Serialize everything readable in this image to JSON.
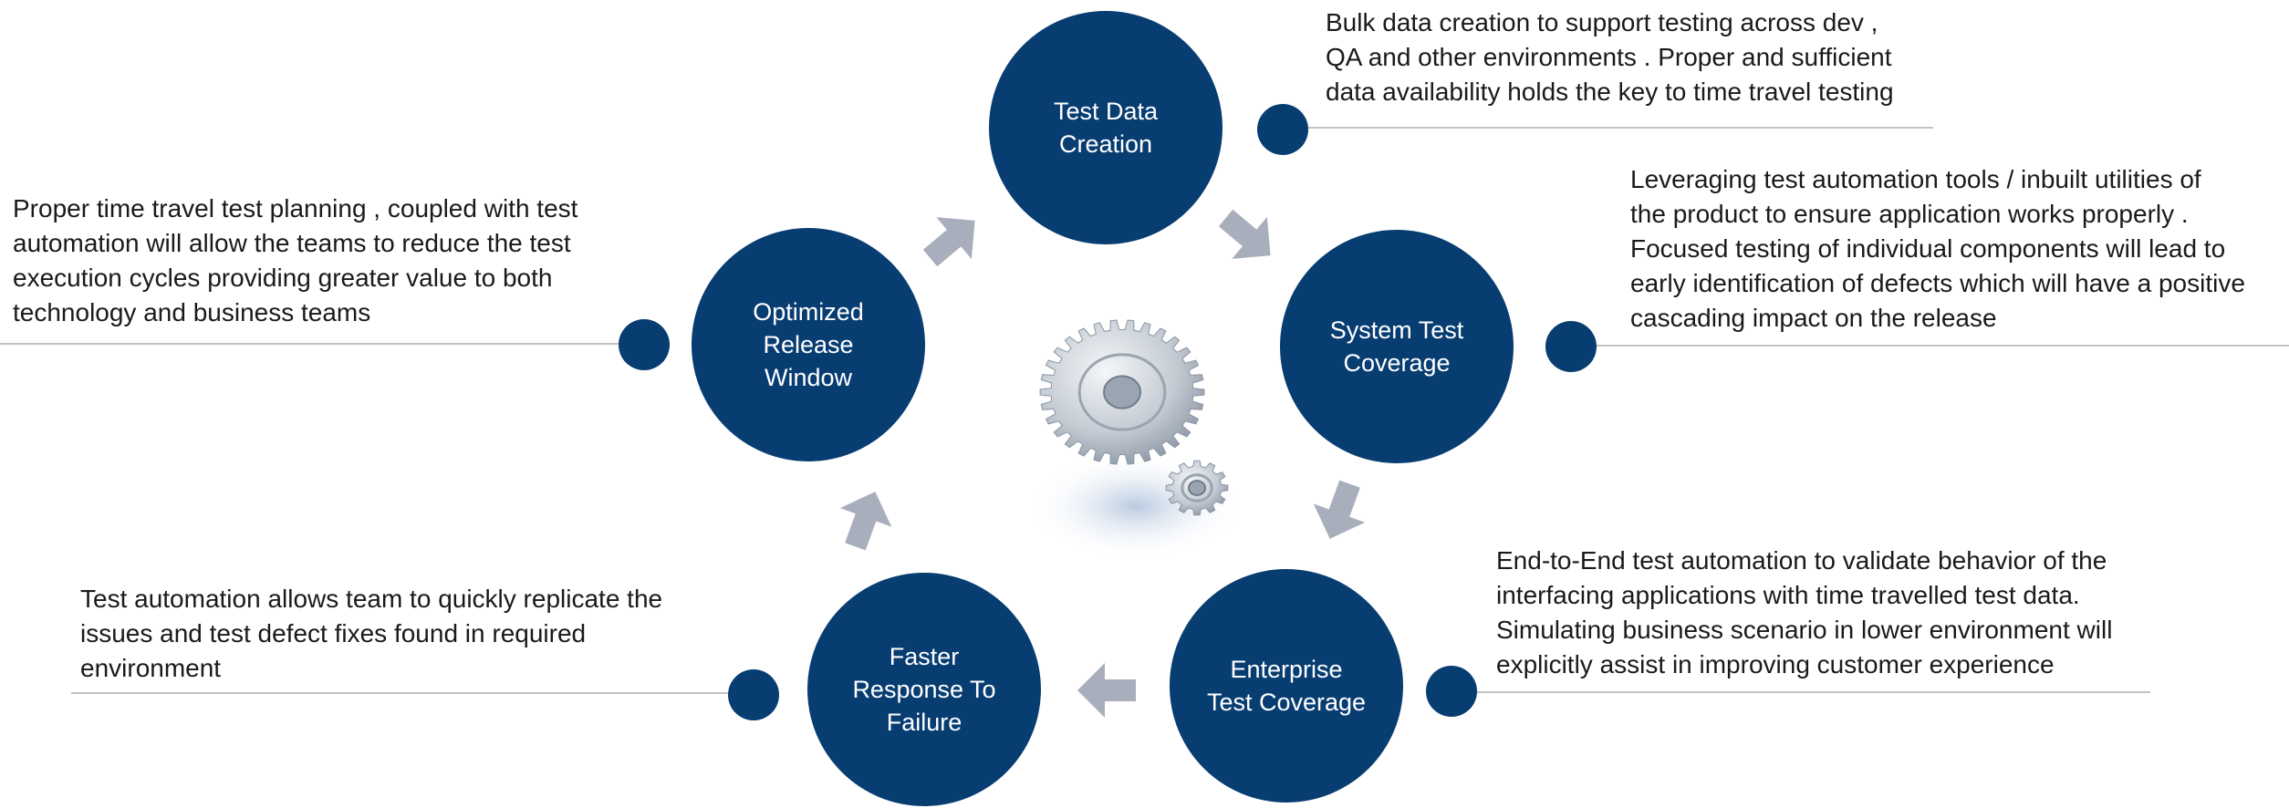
{
  "colors": {
    "circle": "#083d72",
    "arrow": "#a9aebc",
    "connector": "#c3c3c3",
    "text": "#1a1a1a"
  },
  "center_graphic": {
    "icon": "gears-icon"
  },
  "steps": [
    {
      "label": "Test Data\nCreation",
      "description": "Bulk data creation to support testing across dev ,\nQA and other environments . Proper and sufficient\ndata availability holds the key to time travel testing"
    },
    {
      "label": "System Test\nCoverage",
      "description": "Leveraging test automation tools / inbuilt utilities of\nthe product to ensure application works properly .\nFocused testing of individual components will lead to\nearly identification of defects which will have a positive\ncascading impact on the release"
    },
    {
      "label": "Enterprise\nTest Coverage",
      "description": "End-to-End test automation to validate behavior of the\ninterfacing applications with time travelled test data.\nSimulating business scenario in lower environment will\nexplicitly assist in improving customer experience"
    },
    {
      "label": "Faster\nResponse To\nFailure",
      "description": "Test automation allows team to quickly replicate the\nissues and test defect fixes found in required\nenvironment"
    },
    {
      "label": "Optimized\nRelease\nWindow",
      "description": "Proper time travel test planning , coupled with test\nautomation will allow the teams to reduce the test\nexecution cycles providing greater value to both\ntechnology and business teams"
    }
  ]
}
